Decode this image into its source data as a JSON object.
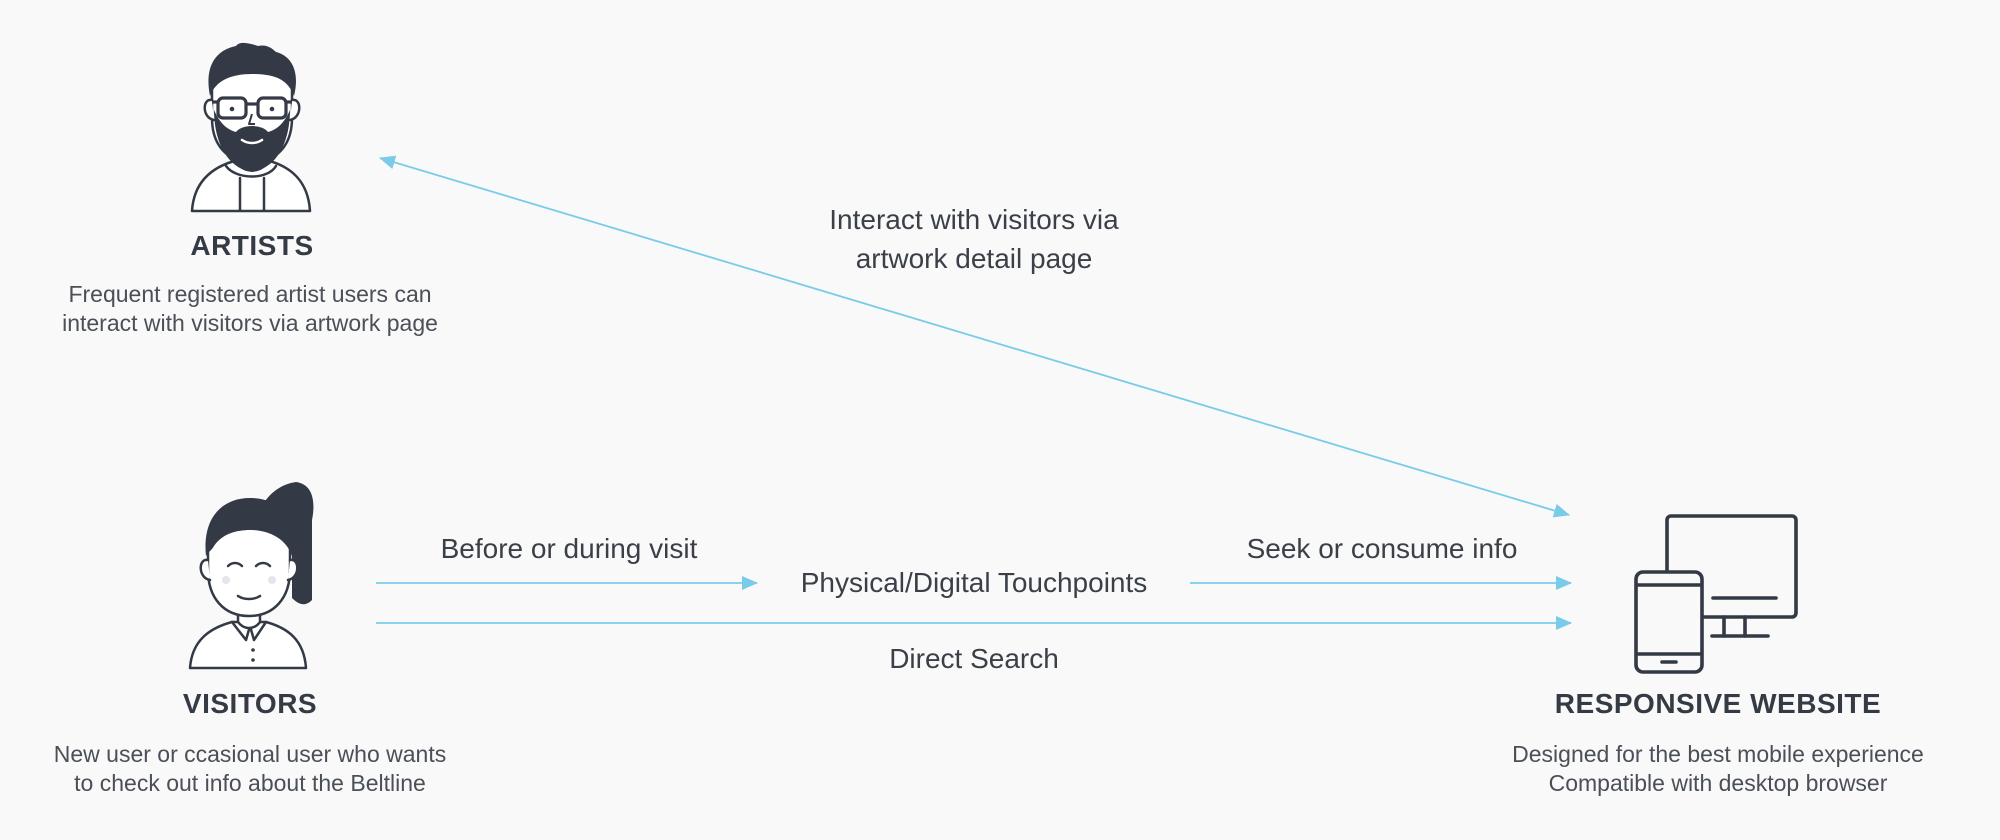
{
  "colors": {
    "background": "#f9f9f9",
    "arrow": "#79cbea",
    "icon": "#333a45",
    "text_dark": "#353b45",
    "text_body": "#4a4f58"
  },
  "artists": {
    "icon": "bearded-man-with-glasses-icon",
    "title": "ARTISTS",
    "desc_lines": [
      "Frequent registered artist users can",
      "interact with visitors via artwork page"
    ]
  },
  "visitors": {
    "icon": "woman-with-ponytail-icon",
    "title": "VISITORS",
    "desc_lines": [
      "New user or ccasional user who wants",
      "to check out info about the Beltline"
    ]
  },
  "website": {
    "icon": "phone-and-monitor-icon",
    "title": "RESPONSIVE WEBSITE",
    "desc_lines": [
      "Designed for the best mobile experience",
      "Compatible with desktop browser"
    ]
  },
  "flows": {
    "artist_interaction_lines": [
      "Interact with visitors via",
      "artwork detail page"
    ],
    "before_visit": "Before or during visit",
    "touchpoints": "Physical/Digital Touchpoints",
    "seek_info": "Seek or consume info",
    "direct_search": "Direct Search"
  }
}
